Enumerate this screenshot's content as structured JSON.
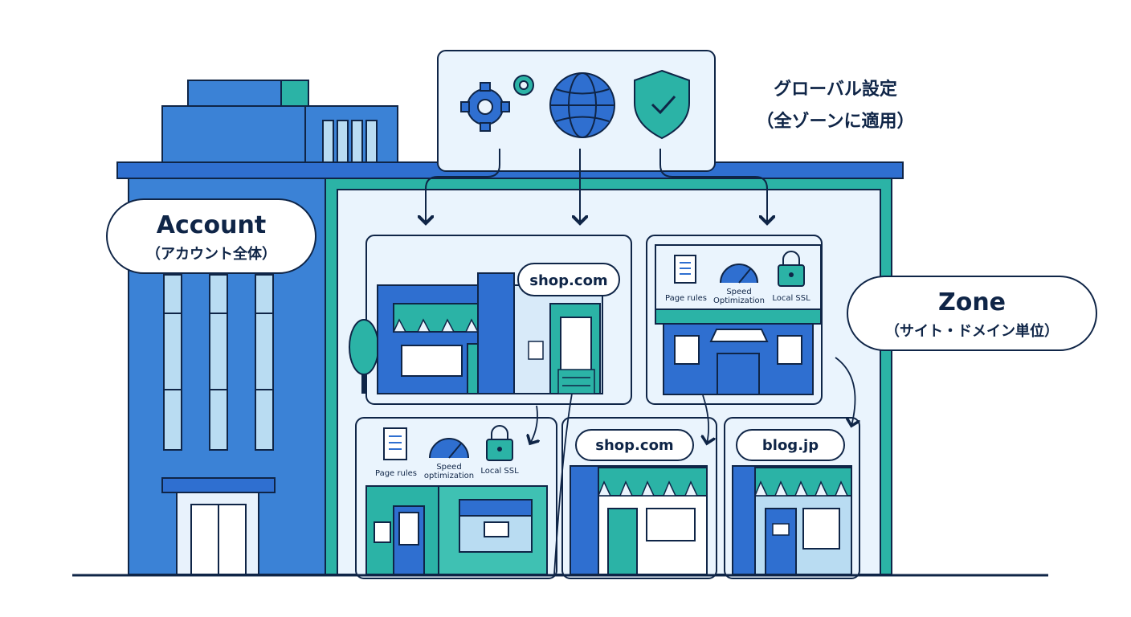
{
  "global_settings": {
    "title": "グローバル設定",
    "subtitle": "（全ゾーンに適用）",
    "icons": [
      "gears-icon",
      "globe-icon",
      "shield-check-icon"
    ]
  },
  "account": {
    "title": "Account",
    "subtitle": "（アカウント全体）"
  },
  "zone": {
    "title": "Zone",
    "subtitle": "（サイト・ドメイン単位）"
  },
  "zones": {
    "top_left_domain": "shop.com",
    "bottom_middle_domain": "shop.com",
    "bottom_right_domain": "blog.jp"
  },
  "features": {
    "page_rules": "Page rules",
    "speed_line1": "Speed",
    "speed_line2": "Optimization",
    "speed_line2_lower": "optimization",
    "local_ssl": "Local SSL"
  },
  "colors": {
    "navy": "#0f2547",
    "blue": "#3b82d6",
    "teal": "#2bb3a6",
    "light_blue": "#e8f2fc"
  }
}
